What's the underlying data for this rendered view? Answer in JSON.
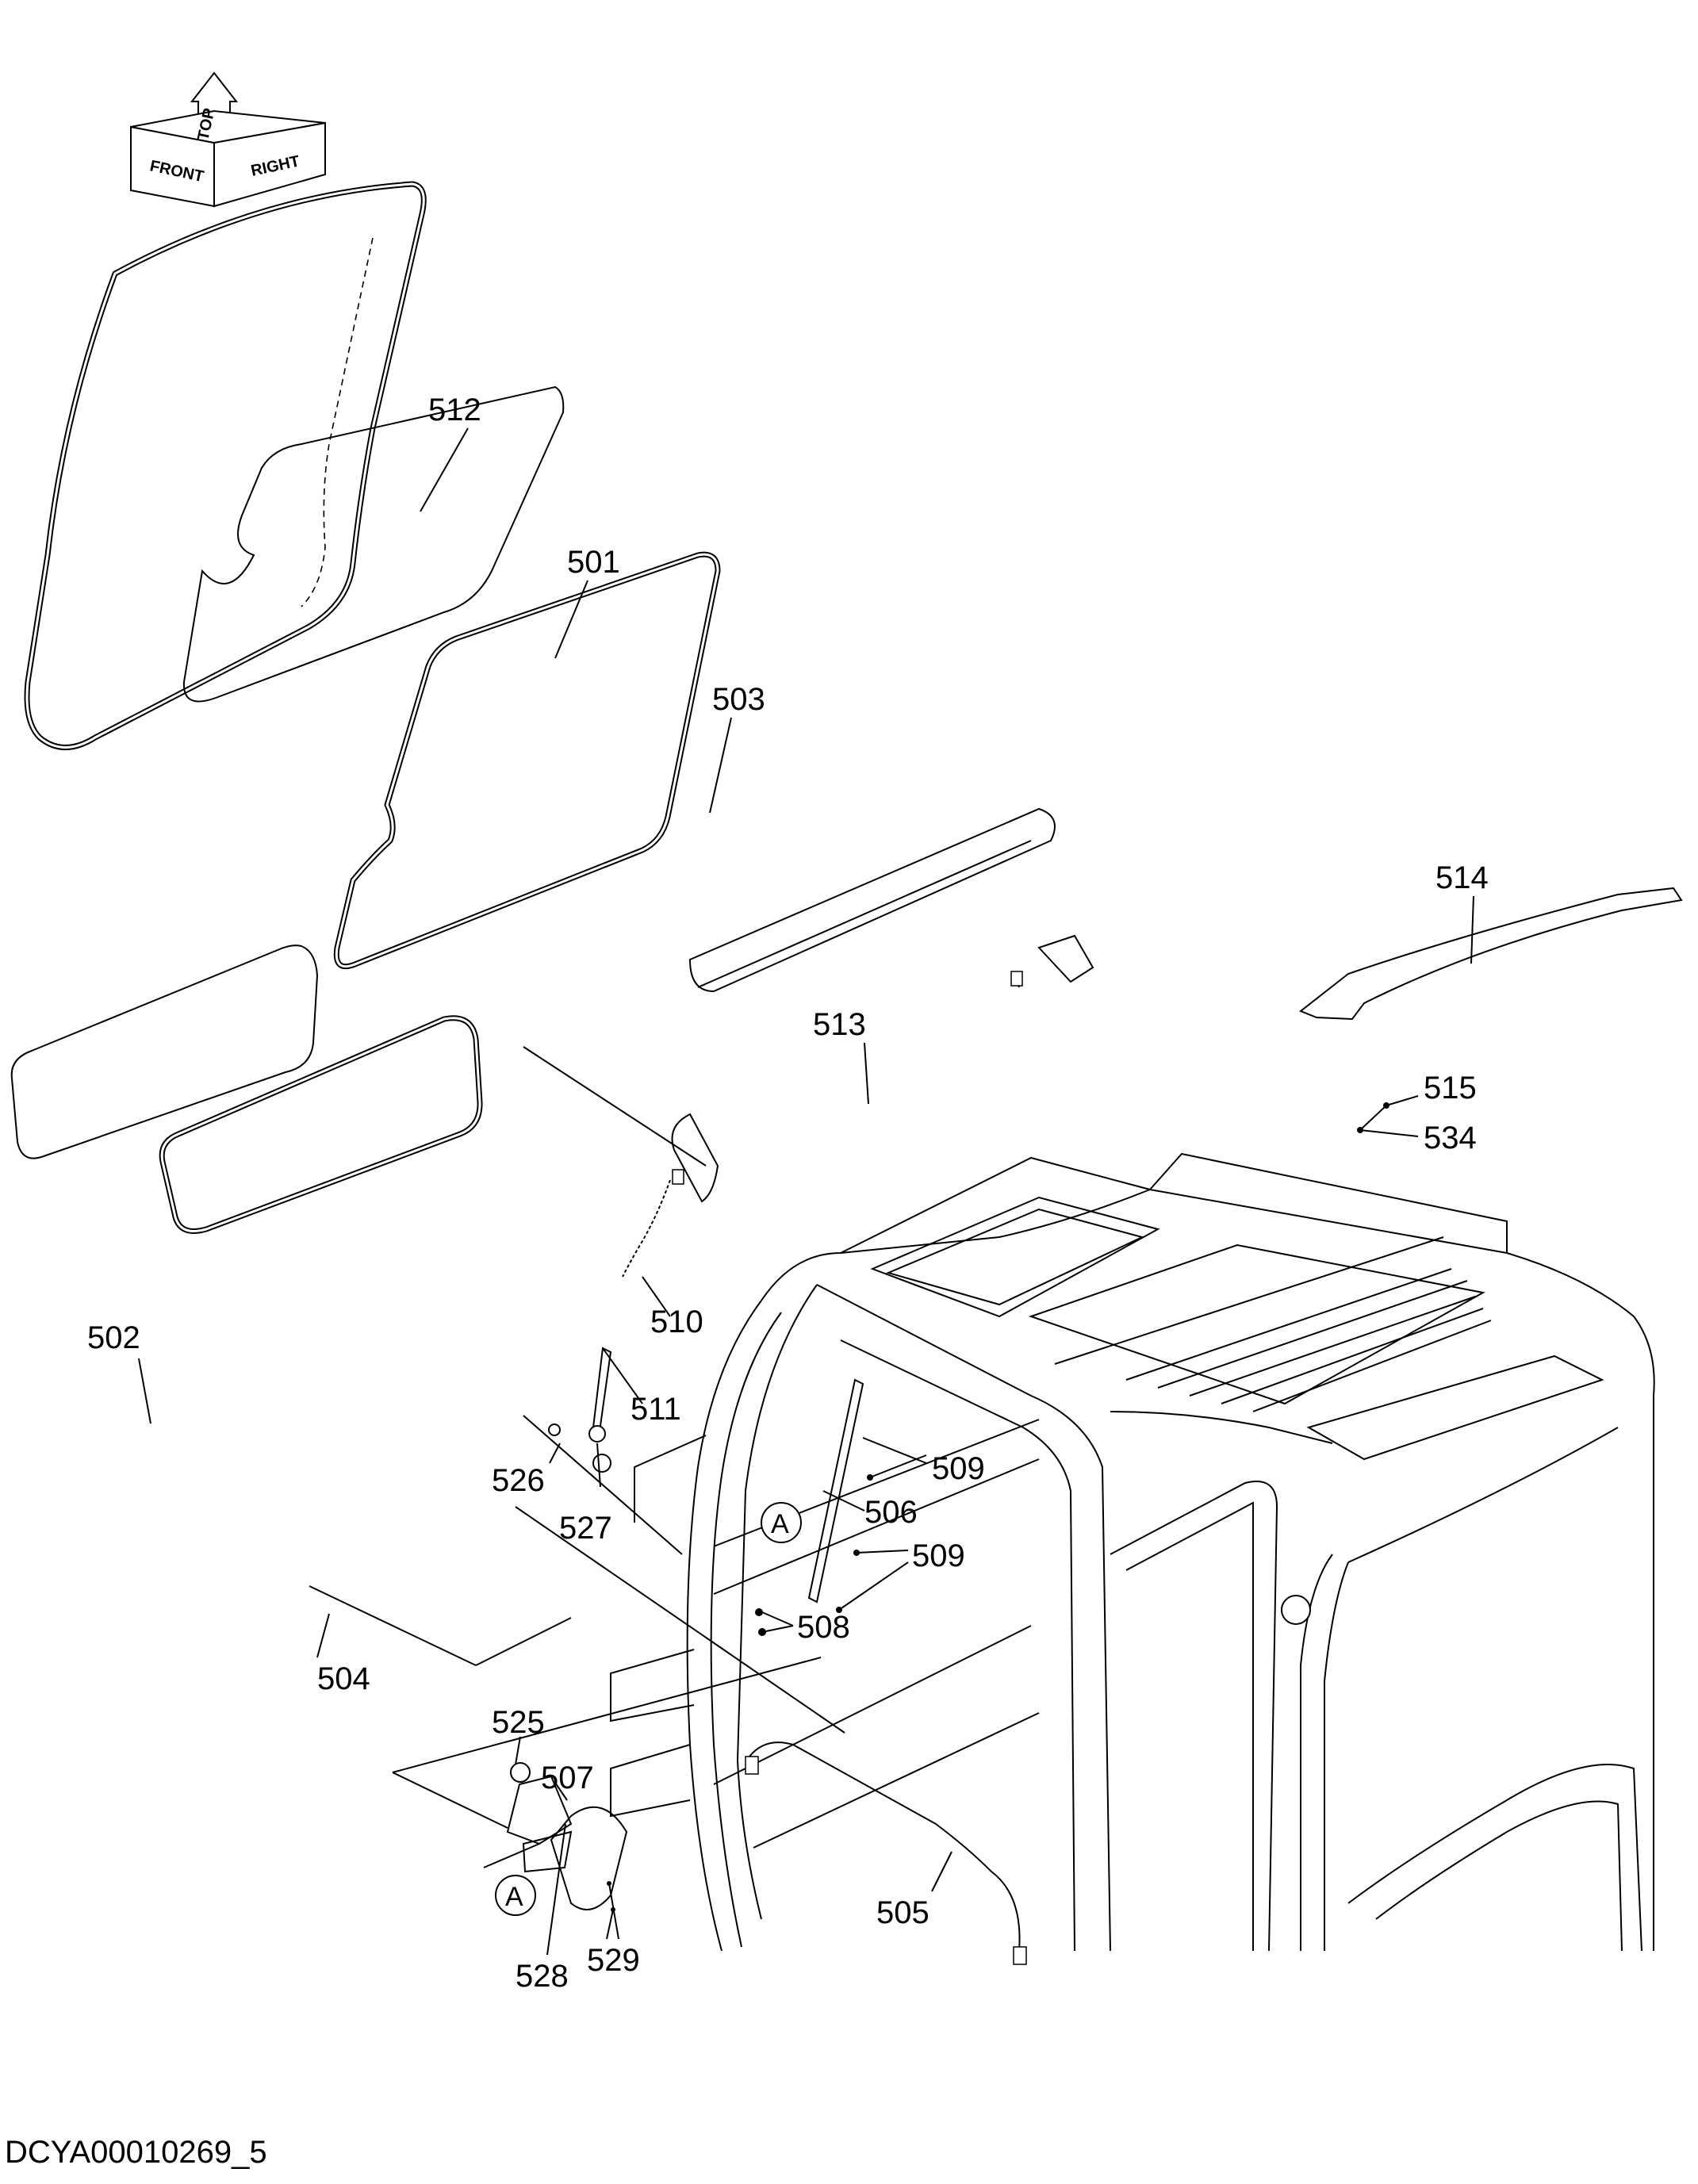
{
  "orientation_indicator": {
    "labels": [
      "FRONT",
      "TOP",
      "RIGHT"
    ]
  },
  "callouts": [
    "512",
    "501",
    "503",
    "514",
    "513",
    "515",
    "534",
    "510",
    "511",
    "502",
    "526",
    "527",
    "509",
    "506",
    "509",
    "508",
    "504",
    "525",
    "507",
    "505",
    "529",
    "528"
  ],
  "detail_markers": [
    "A",
    "A"
  ],
  "drawing_code": "DCYA00010269_5"
}
